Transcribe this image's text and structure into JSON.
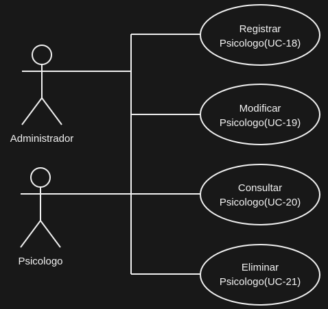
{
  "actors": [
    {
      "id": "administrador",
      "label": "Administrador"
    },
    {
      "id": "psicologo",
      "label": "Psicologo"
    }
  ],
  "use_cases": [
    {
      "id": "uc-18",
      "line1": "Registrar",
      "line2": "Psicologo(UC-18)"
    },
    {
      "id": "uc-19",
      "line1": "Modificar",
      "line2": "Psicologo(UC-19)"
    },
    {
      "id": "uc-20",
      "line1": "Consultar",
      "line2": "Psicologo(UC-20)"
    },
    {
      "id": "uc-21",
      "line1": "Eliminar",
      "line2": "Psicologo(UC-21)"
    }
  ],
  "colors": {
    "background": "#181818",
    "stroke": "#f0f0f0",
    "text": "#f0f0f0"
  }
}
